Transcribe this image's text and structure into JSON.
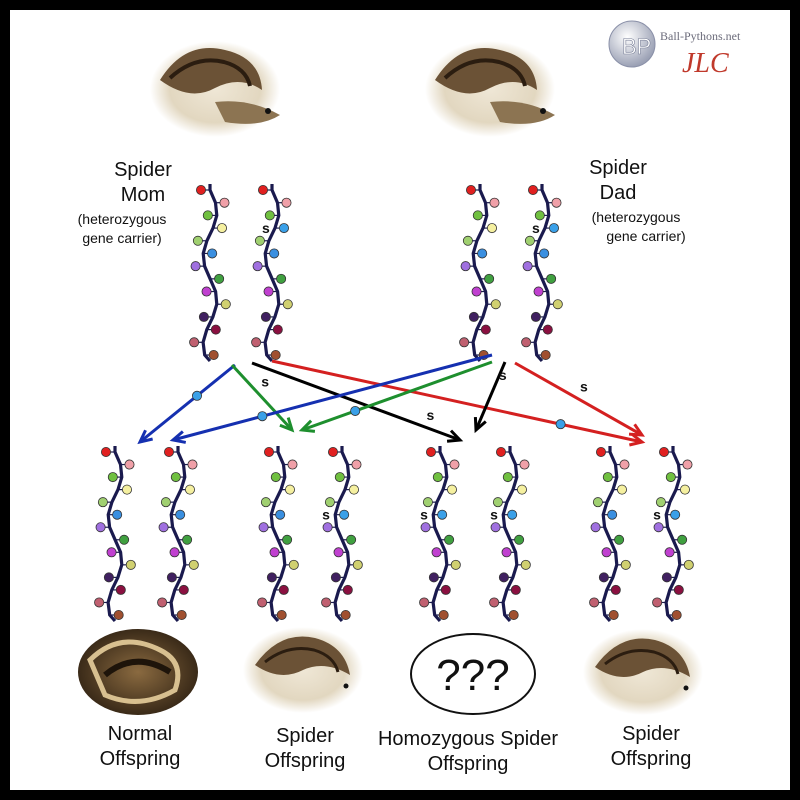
{
  "parents": [
    {
      "title_line1": "Spider",
      "title_line2": "Mom",
      "desc_line1": "(heterozygous",
      "desc_line2": "gene carrier)"
    },
    {
      "title_line1": "Spider",
      "title_line2": "Dad",
      "desc_line1": "(heterozygous",
      "desc_line2": "gene carrier)"
    }
  ],
  "offspring": [
    {
      "line1": "Normal",
      "line2": "Offspring"
    },
    {
      "line1": "Spider",
      "line2": "Offspring"
    },
    {
      "line1": "Homozygous Spider",
      "line2": "Offspring"
    },
    {
      "line1": "Spider",
      "line2": "Offspring"
    }
  ],
  "unknown_mark": "???",
  "allele_label": "s",
  "logo": {
    "site": "Ball-Pythons.net",
    "initials": "JLC"
  },
  "colors": {
    "strand": "#1a1a4e",
    "arrow_blue": "#1530b0",
    "arrow_green": "#1e8f2e",
    "arrow_black": "#000000",
    "arrow_red": "#d42020",
    "allele_dot": "#3aa0e8",
    "bead_sequence": [
      "#e02020",
      "#f0a0a8",
      "#70c040",
      "#f5f0a0",
      "#a0d070",
      "#3a8fe0",
      "#a070e0",
      "#40a040",
      "#c040d0",
      "#d0d070",
      "#402060",
      "#8a1040",
      "#c06070",
      "#a05030"
    ]
  },
  "icons": [
    "snake-photo",
    "ball-python-logo"
  ]
}
